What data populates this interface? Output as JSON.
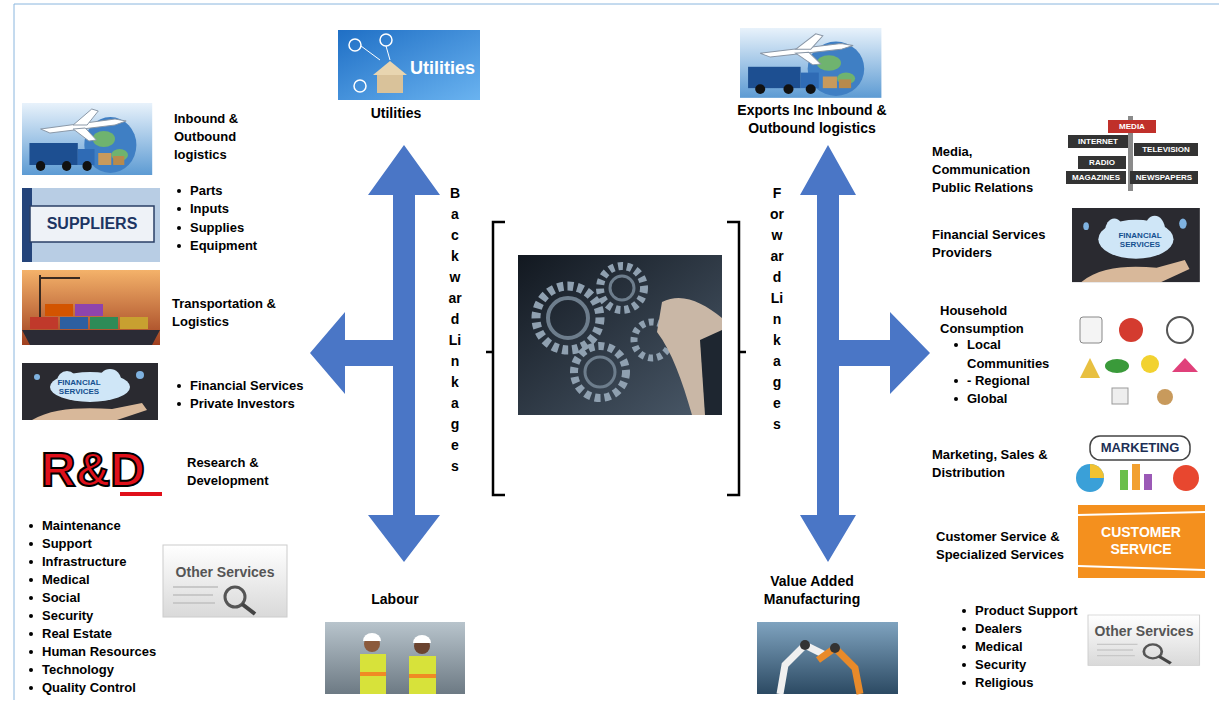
{
  "diagram": {
    "labels": [
      "Utilities",
      "Utilities",
      "Exports Inc Inbound & Outbound logistics",
      "Inbound & Outbound logistics",
      "Parts",
      "Inputs",
      "Supplies",
      "Equipment",
      "SUPPLIERS",
      "Transportation & Logistics",
      "FINANCIAL SERVICES",
      "Financial Services",
      "Private Investors",
      "R&D",
      "Research & Development",
      "Maintenance",
      "Support",
      "Infrastructure",
      "Medical",
      "Social",
      "Security",
      "Real Estate",
      "Human Resources",
      "Technology",
      "Quality Control",
      "Other Services",
      "Backward Linkages",
      "Forward Linkages",
      "Labour",
      "Value Added Manufacturing",
      "Media, Communication Public Relations",
      "MEDIA",
      "INTERNET",
      "TELEVISION",
      "RADIO",
      "MAGAZINES",
      "NEWSPAPERS",
      "Financial Services Providers",
      "FINANCIAL SERVICES",
      "Household Consumption",
      "Local",
      "Communities",
      "- Regional",
      "Global",
      "Marketing, Sales & Distribution",
      "MARKETING",
      "Customer Service & Specialized Services",
      "CUSTOMER SERVICE",
      "Product Support",
      "Dealers",
      "Medical",
      "Security",
      "Religious",
      "Other Services"
    ]
  }
}
